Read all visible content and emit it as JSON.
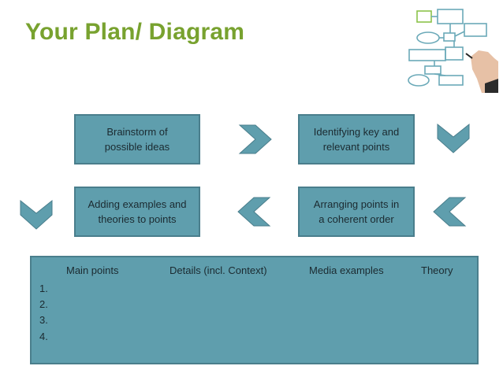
{
  "title": "Your Plan/ Diagram",
  "steps": [
    {
      "label": "Brainstorm  of\npossible ideas"
    },
    {
      "label": "Identifying key and\nrelevant points"
    },
    {
      "label": "Arranging points in\na coherent order"
    },
    {
      "label": "Adding examples and\ntheories to points"
    }
  ],
  "table": {
    "headers": [
      "Main points",
      "Details  (incl. Context)",
      "Media examples",
      "Theory"
    ],
    "rows": [
      "1.",
      "2.",
      "3.",
      "4."
    ]
  },
  "colors": {
    "title": "#78a22f",
    "box_fill": "#5f9ead",
    "box_border": "#4a7e8c",
    "arrow": "#5f9ead"
  },
  "icons": [
    "flowchart-thumbnail-icon",
    "chevron-right-icon",
    "chevron-down-icon",
    "chevron-left-icon"
  ]
}
